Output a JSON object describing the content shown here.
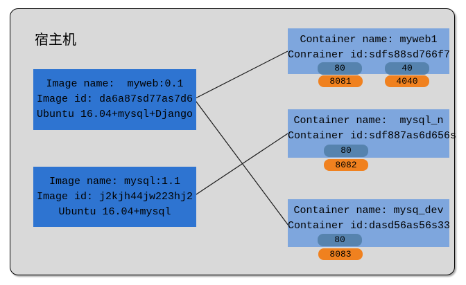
{
  "host": {
    "title": "宿主机"
  },
  "colors": {
    "host_bg": "#d9d9d9",
    "image_box": "#2e74d1",
    "container_box": "#7ea6dd",
    "port_badge_blue": "#5683ae",
    "port_badge_orange": "#f0811f",
    "connector_line": "#1a1a1a"
  },
  "images": [
    {
      "lines": [
        "Image name:  myweb:0.1",
        "Image id: da6a87sd77as7d6",
        "Ubuntu 16.04+mysql+Django"
      ]
    },
    {
      "lines": [
        "Image name: mysql:1.1",
        "Image id: j2kjh44jw223hj2",
        "Ubuntu 16.04+mysql"
      ]
    }
  ],
  "containers": [
    {
      "lines": [
        "Container name: myweb1",
        "Conrainer id:sdfs88sd766f7"
      ],
      "ports": [
        {
          "inner": "80",
          "mapped": "8081"
        },
        {
          "inner": "40",
          "mapped": "4040"
        }
      ]
    },
    {
      "lines": [
        "Container name:  mysql_n",
        "Container id:sdf887as6d656s"
      ],
      "ports": [
        {
          "inner": "80",
          "mapped": "8082"
        }
      ]
    },
    {
      "lines": [
        "Container name: mysq_dev",
        "Container id:dasd56as56s33"
      ],
      "ports": [
        {
          "inner": "80",
          "mapped": "8083"
        }
      ]
    }
  ],
  "connections": [
    {
      "from": "myweb:0.1",
      "to": "myweb1"
    },
    {
      "from": "myweb:0.1",
      "to": "mysq_dev"
    },
    {
      "from": "mysql:1.1",
      "to": "mysql_n"
    }
  ]
}
